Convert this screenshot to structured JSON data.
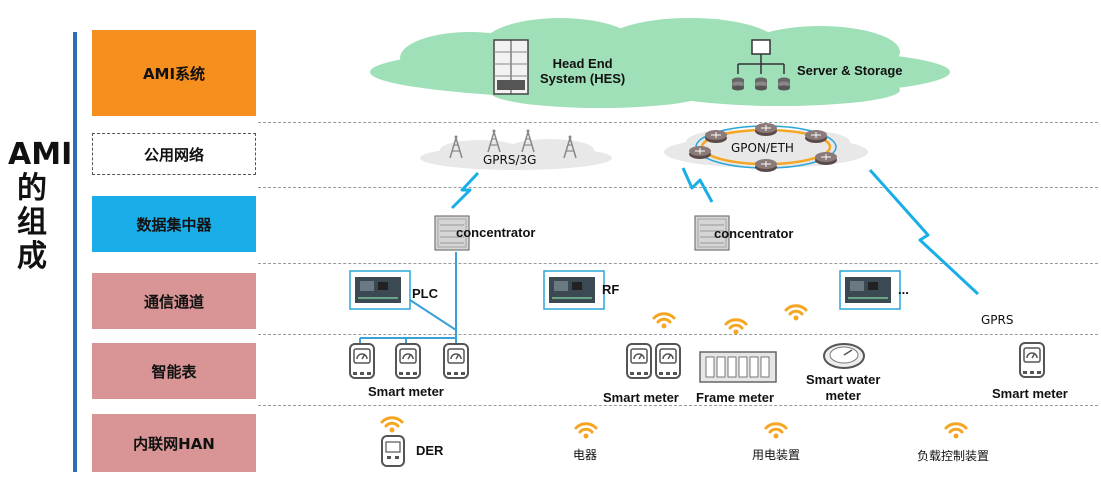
{
  "title_vertical": [
    "AMI",
    "的",
    "组",
    "成"
  ],
  "layers": [
    {
      "label": "AMI系统",
      "fill": "#f5901e"
    },
    {
      "label": "公用网络",
      "fill": "#ffffff"
    },
    {
      "label": "数据集中器",
      "fill": "#1aaee8"
    },
    {
      "label": "通信通道",
      "fill": "#d99595"
    },
    {
      "label": "智能表",
      "fill": "#d99595"
    },
    {
      "label": "内联网HAN",
      "fill": "#d99595"
    }
  ],
  "system": {
    "hes_label": "Head End\nSystem (HES)",
    "server_label": "Server & Storage",
    "cloud_color": "#9fe0b8"
  },
  "network": {
    "gprs_label": "GPRS/3G",
    "gpon_label": "GPON/ETH"
  },
  "concentrators": [
    "concentrator",
    "concentrator"
  ],
  "channels": {
    "plc": "PLC",
    "rf": "RF",
    "more": "...",
    "gprs": "GPRS"
  },
  "meters": {
    "smart_meter_1": "Smart meter",
    "smart_meter_2": "Smart meter",
    "frame_meter": "Frame meter",
    "water_meter": "Smart water\nmeter",
    "smart_meter_3": "Smart meter"
  },
  "han": {
    "der": "DER",
    "appliance": "电器",
    "device": "用电装置",
    "load_control": "负载控制装置"
  },
  "colors": {
    "wifi": "#f5a623",
    "bolt": "#1aaee8",
    "plc_line": "#3aa0d8",
    "ring": "#f5a623"
  }
}
